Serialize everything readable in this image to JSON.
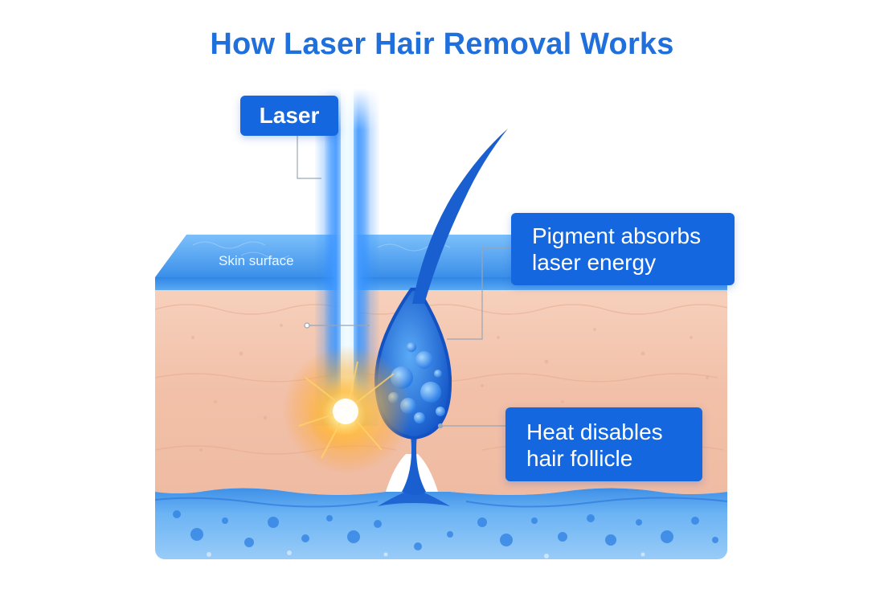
{
  "title": "How Laser Hair Removal Works",
  "labels": {
    "laser": "Laser",
    "pigment": [
      "Pigment absorbs",
      "laser energy"
    ],
    "heat": [
      "Heat disables",
      "hair follicle"
    ],
    "skin_surface": "Skin surface"
  },
  "colors": {
    "title": "#1f6fdc",
    "callout": "#1567e0",
    "beam": "#2f8dff",
    "epidermis": "#3d8fe8",
    "dermis": "#f3c4ad",
    "subcutis": "#5aa6ee",
    "hair": "#1a5fd0",
    "heat_glow": "#ffb020"
  }
}
